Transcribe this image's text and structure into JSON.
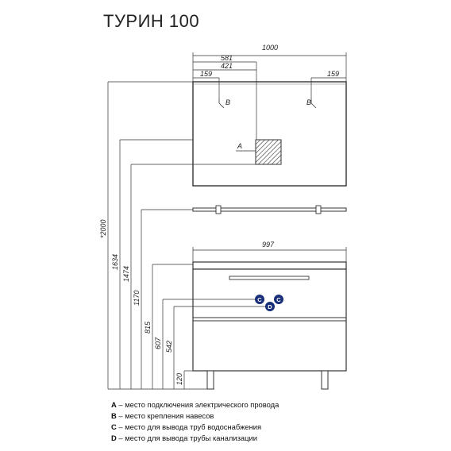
{
  "title": "ТУРИН 100",
  "dimensions": {
    "mirror_width": "1000",
    "mirror_581": "581",
    "mirror_421": "421",
    "mirror_159_left": "159",
    "mirror_159_right": "159",
    "cabinet_width": "997",
    "h_2000": "*2000",
    "h_1634": "1634",
    "h_1474": "1474",
    "h_1170": "1170",
    "h_815": "815",
    "h_607": "607",
    "h_542": "542",
    "h_120": "120"
  },
  "markers": {
    "a": "A",
    "b": "B",
    "c": "C",
    "d": "D"
  },
  "legend": [
    {
      "key": "A",
      "text": " – место подключения электрического провода"
    },
    {
      "key": "B",
      "text": " – место крепления навесов"
    },
    {
      "key": "C",
      "text": " – место для вывода труб водоснабжения"
    },
    {
      "key": "D",
      "text": " – место для вывода трубы канализации"
    }
  ]
}
